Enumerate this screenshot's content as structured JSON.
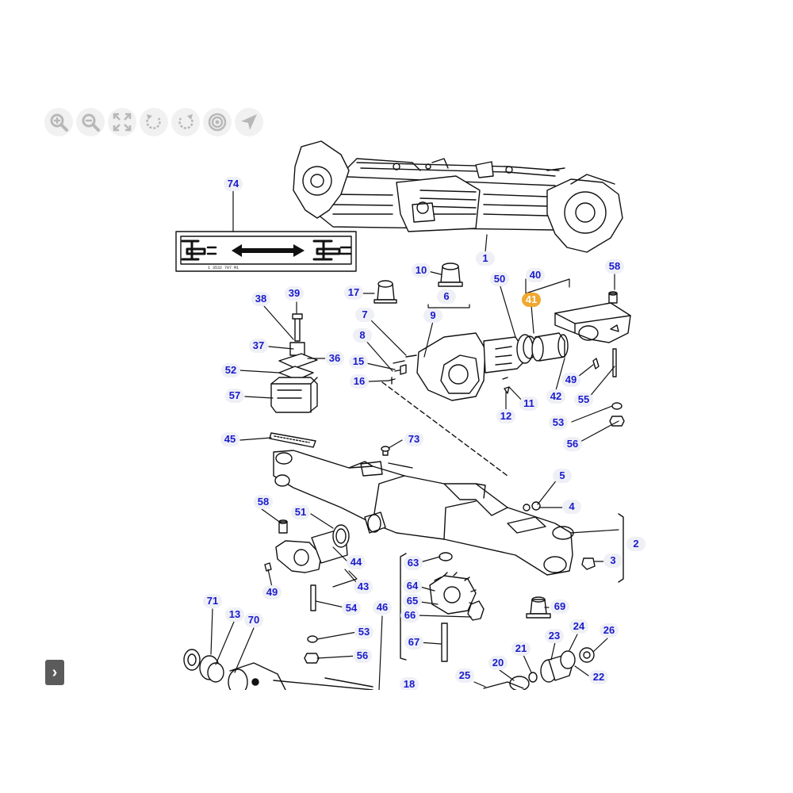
{
  "toolbar": {
    "buttons": [
      {
        "icon": "zoom-in-icon",
        "name": "zoom-in-button"
      },
      {
        "icon": "zoom-out-icon",
        "name": "zoom-out-button"
      },
      {
        "icon": "fullscreen-icon",
        "name": "fullscreen-button"
      },
      {
        "icon": "rotate-left-icon",
        "name": "rotate-left-button"
      },
      {
        "icon": "rotate-right-icon",
        "name": "rotate-right-button"
      },
      {
        "icon": "target-icon",
        "name": "reset-view-button"
      },
      {
        "icon": "navigate-arrow-icon",
        "name": "locate-button"
      }
    ]
  },
  "diagram": {
    "decal_code": "1 3532 797 M1",
    "selected_callout": "41",
    "callouts": [
      "74",
      "1",
      "17",
      "10",
      "6",
      "50",
      "40",
      "41",
      "58",
      "38",
      "39",
      "7",
      "9",
      "37",
      "36",
      "8",
      "52",
      "15",
      "16",
      "49",
      "57",
      "11",
      "42",
      "55",
      "12",
      "53",
      "45",
      "73",
      "56",
      "5",
      "58",
      "4",
      "51",
      "2",
      "3",
      "44",
      "63",
      "49",
      "43",
      "64",
      "65",
      "69",
      "54",
      "66",
      "46",
      "71",
      "53",
      "13",
      "70",
      "67",
      "56",
      "24",
      "23",
      "26",
      "21",
      "20",
      "22",
      "25",
      "18"
    ],
    "colors": {
      "callout_text": "#1a1acc",
      "callout_bg": "#eef0f6",
      "selected_bg": "#f0a830"
    }
  },
  "nav": {
    "next_icon": "chevron-right-icon",
    "glyph": "›"
  }
}
